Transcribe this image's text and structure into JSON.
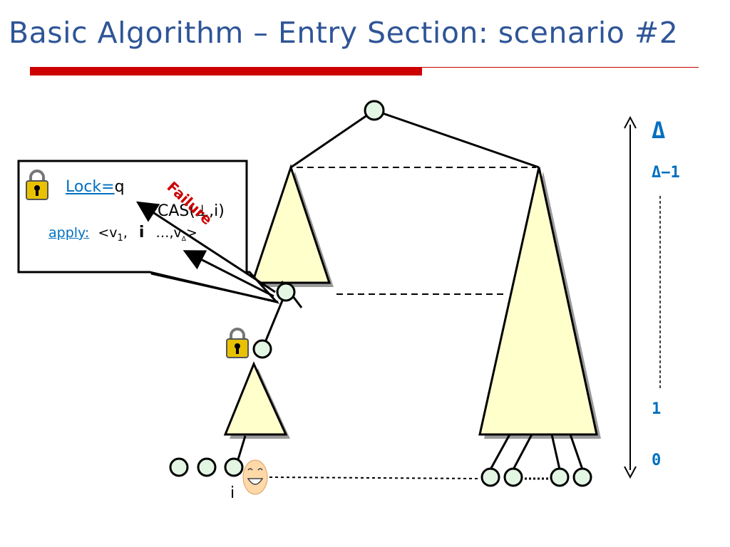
{
  "title": "Basic Algorithm – Entry Section: scenario #2",
  "callout": {
    "lock_label": "Lock=",
    "lock_value": "q",
    "cas_text": "CAS(⊥,i)",
    "failure_text": "Failure",
    "apply_label": "apply:",
    "tuple_open": "<v",
    "tuple_sub_first": "1",
    "tuple_sep": ",",
    "tuple_bold": "i",
    "tuple_mid": "…,v",
    "tuple_sub_last": "Δ",
    "tuple_close": ">"
  },
  "levels": {
    "top": "Δ",
    "second": "Δ−1",
    "one": "1",
    "zero": "0"
  },
  "process_label": "i",
  "colors": {
    "title": "#2f5597",
    "accent_red": "#cc0000",
    "triangle_fill": "#ffffcc",
    "node_fill": "#e3f5e3",
    "level_blue": "#0070c0",
    "failure_red": "#cc0000",
    "lock_gold": "#e8c200"
  },
  "icons": [
    "lock-icon",
    "smiley-face-icon"
  ]
}
